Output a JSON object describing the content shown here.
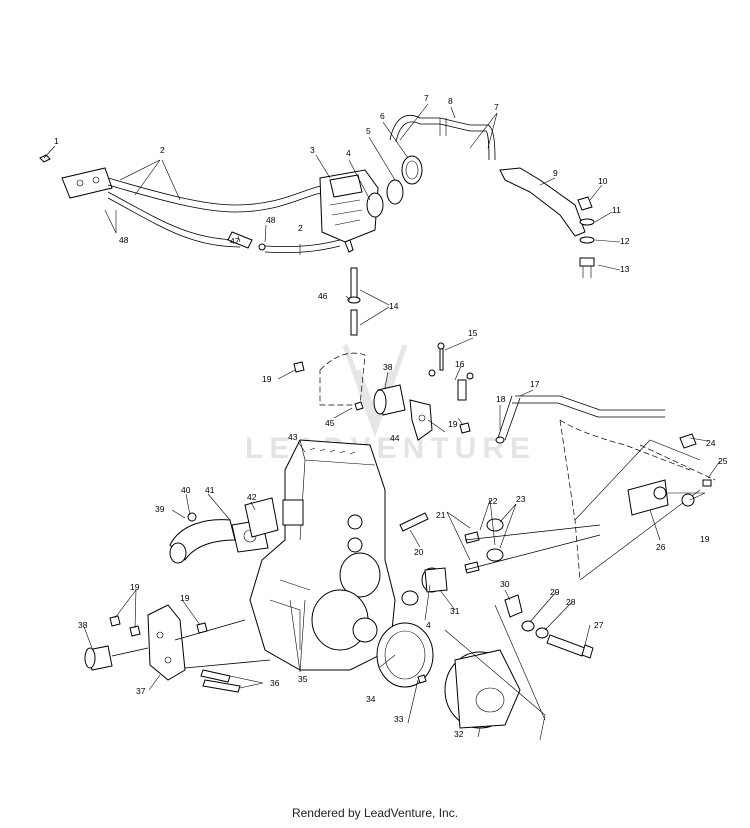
{
  "watermark": {
    "text": "LEADVENTURE"
  },
  "footer": {
    "text": "Rendered by LeadVenture, Inc."
  },
  "callouts": [
    "1",
    "2",
    "3",
    "4",
    "5",
    "6",
    "7",
    "8",
    "9",
    "10",
    "11",
    "12",
    "13",
    "14",
    "15",
    "16",
    "17",
    "18",
    "19",
    "20",
    "21",
    "22",
    "23",
    "24",
    "25",
    "26",
    "27",
    "28",
    "29",
    "30",
    "31",
    "32",
    "33",
    "34",
    "35",
    "36",
    "37",
    "38",
    "39",
    "40",
    "41",
    "42",
    "43",
    "44",
    "45",
    "46",
    "47",
    "48"
  ]
}
